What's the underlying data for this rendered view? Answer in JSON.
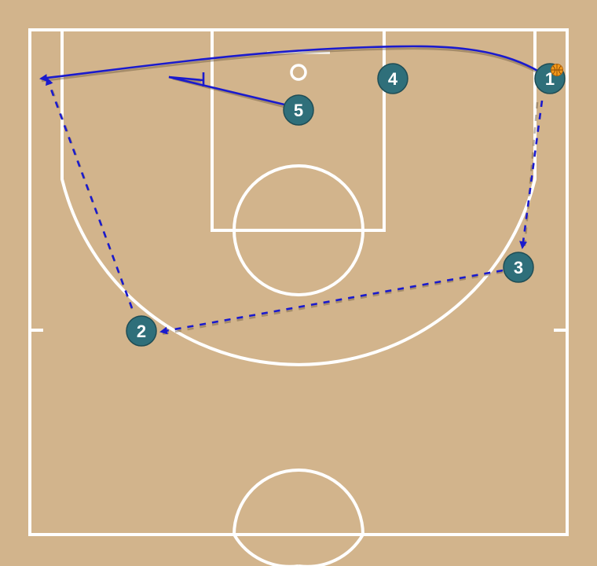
{
  "colors": {
    "court": "#d2b48c",
    "lines": "#ffffff",
    "movement": "#1a1acd",
    "player_fill": "#2f6f7a",
    "player_stroke": "#1f4d55",
    "ball": "#f39a1c"
  },
  "players": [
    {
      "id": "p1",
      "number": "1",
      "has_ball": true
    },
    {
      "id": "p2",
      "number": "2",
      "has_ball": false
    },
    {
      "id": "p3",
      "number": "3",
      "has_ball": false
    },
    {
      "id": "p4",
      "number": "4",
      "has_ball": false
    },
    {
      "id": "p5",
      "number": "5",
      "has_ball": false
    }
  ],
  "actions": [
    {
      "id": "cut-1",
      "from": "1",
      "kind": "cut"
    },
    {
      "id": "cut-2",
      "from": "2",
      "kind": "cut"
    },
    {
      "id": "cut-3",
      "from": "3",
      "kind": "cut"
    },
    {
      "id": "screen-5",
      "from": "5",
      "kind": "screen"
    }
  ]
}
